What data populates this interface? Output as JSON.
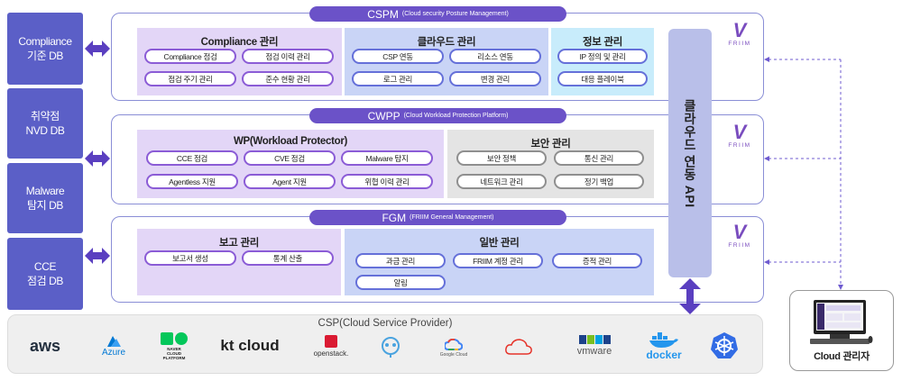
{
  "databases": [
    {
      "label": "Compliance\n기준 DB"
    },
    {
      "label": "취약점\nNVD DB"
    },
    {
      "label": "Malware\n탐지 DB"
    },
    {
      "label": "CCE\n점검 DB"
    }
  ],
  "cspm": {
    "title": "CSPM",
    "subtitle": "(Cloud security Posture Management)",
    "panels": [
      {
        "title": "Compliance 관리",
        "items": [
          "Compliance 점검",
          "점검 이력 관리",
          "점검 주기 관리",
          "준수 현황 관리"
        ]
      },
      {
        "title": "클라우드 관리",
        "items": [
          "CSP 연동",
          "리소스 연동",
          "로그 관리",
          "변경 관리"
        ]
      },
      {
        "title": "정보 관리",
        "items": [
          "IP 정의 및 관리",
          "대응 플레이북"
        ]
      }
    ]
  },
  "cwpp": {
    "title": "CWPP",
    "subtitle": "(Cloud Workload Protection Platform)",
    "panels": [
      {
        "title": "WP(Workload Protector)",
        "items": [
          "CCE 점검",
          "CVE 점검",
          "Malware 탐지",
          "Agentless 지원",
          "Agent 지원",
          "위협 이력 관리"
        ]
      },
      {
        "title": "보안 관리",
        "items": [
          "보안 정책",
          "통신 관리",
          "네트워크 관리",
          "정기 백업"
        ]
      }
    ]
  },
  "fgm": {
    "title": "FGM",
    "subtitle": "(FRIIM General Management)",
    "panels": [
      {
        "title": "보고 관리",
        "items": [
          "보고서 생성",
          "통계 산출"
        ]
      },
      {
        "title": "일반 관리",
        "items": [
          "과금 관리",
          "FRIIM 계정 관리",
          "증적 관리",
          "알림"
        ]
      }
    ]
  },
  "brand": {
    "name": "FRIIM"
  },
  "api": {
    "label": "클라우드 연동 API"
  },
  "csp": {
    "title": "CSP(Cloud Service Provider)",
    "providers": [
      "aws",
      "Azure",
      "NAVER CLOUD PLATFORM",
      "kt cloud",
      "openstack.",
      "",
      "Google Cloud",
      "",
      "vmware",
      "docker",
      ""
    ]
  },
  "admin": {
    "label": "Cloud 관리자"
  },
  "colors": {
    "db": "#5b5fc7",
    "section_border": "#8a8ed6",
    "title_pill": "#6b52c8",
    "arrow": "#5a3fc0",
    "dashed": "#6f5bd0"
  }
}
